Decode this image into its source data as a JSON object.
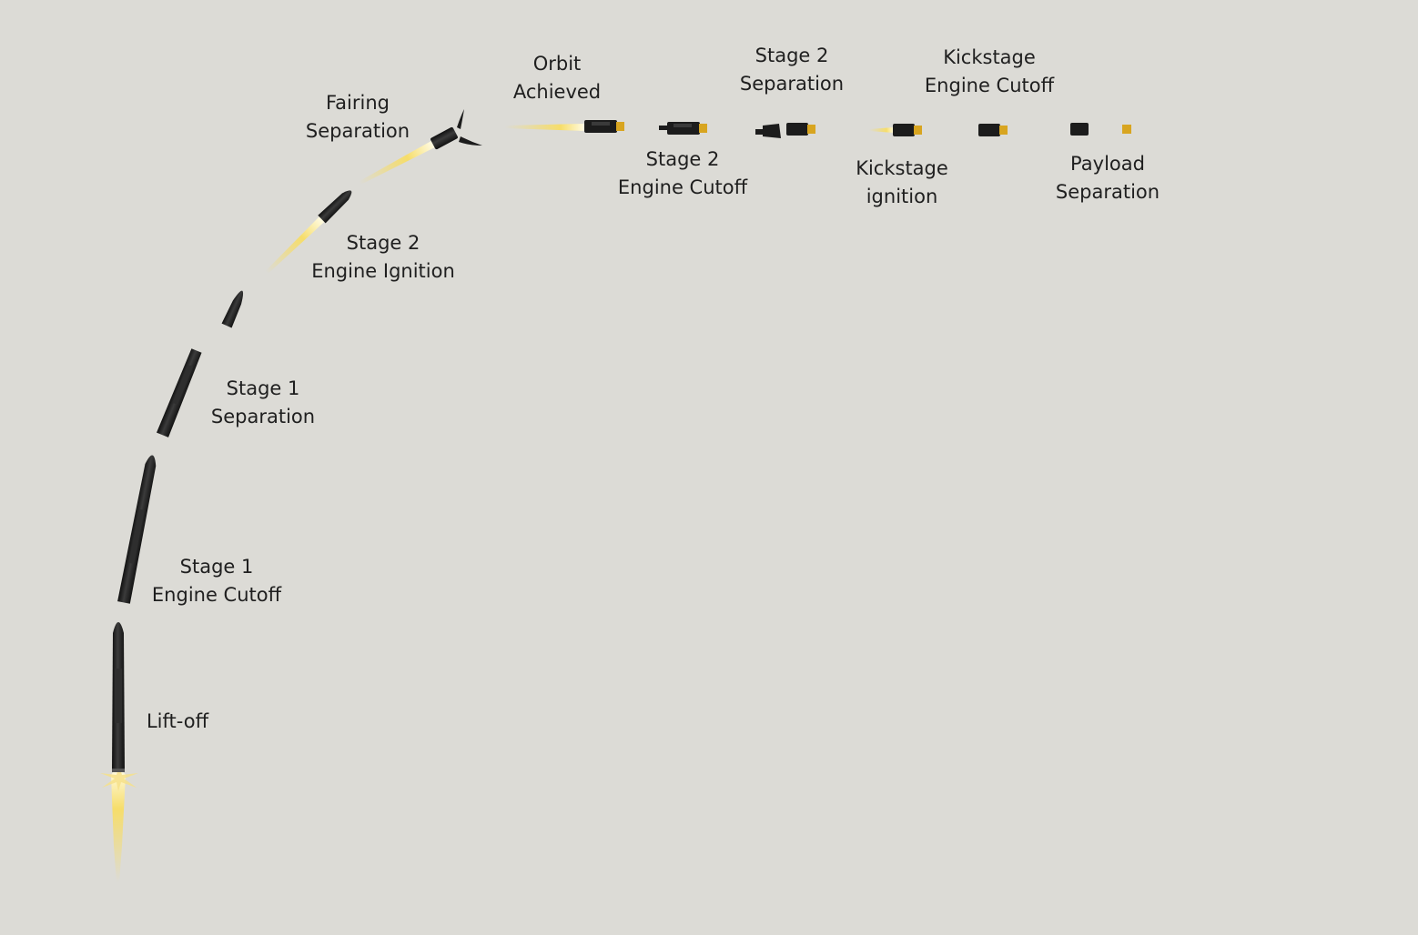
{
  "colors": {
    "background": "#dcdbd6",
    "rocket_body": "#1c1c1c",
    "rocket_highlight": "#3a3a3a",
    "flame_core": "#fff6c9",
    "flame_outer": "#f2d24a",
    "payload_gold": "#d8a520",
    "label_text": "#1f1f1f"
  },
  "icons": [
    "rocket-icon",
    "flame-icon",
    "fairing-icon",
    "kickstage-icon",
    "payload-icon"
  ],
  "events": [
    {
      "id": "liftoff",
      "lines": [
        "Lift-off"
      ]
    },
    {
      "id": "stage1-cutoff",
      "lines": [
        "Stage 1",
        "Engine Cutoff"
      ]
    },
    {
      "id": "stage1-separation",
      "lines": [
        "Stage 1",
        "Separation"
      ]
    },
    {
      "id": "stage2-ignition",
      "lines": [
        "Stage 2",
        "Engine Ignition"
      ]
    },
    {
      "id": "fairing-separation",
      "lines": [
        "Fairing",
        "Separation"
      ]
    },
    {
      "id": "orbit-achieved",
      "lines": [
        "Orbit",
        "Achieved"
      ]
    },
    {
      "id": "stage2-cutoff",
      "lines": [
        "Stage 2",
        "Engine Cutoff"
      ]
    },
    {
      "id": "stage2-separation",
      "lines": [
        "Stage 2",
        "Separation"
      ]
    },
    {
      "id": "kickstage-ignition",
      "lines": [
        "Kickstage",
        "ignition"
      ]
    },
    {
      "id": "kickstage-cutoff",
      "lines": [
        "Kickstage",
        "Engine Cutoff"
      ]
    },
    {
      "id": "payload-separation",
      "lines": [
        "Payload",
        "Separation"
      ]
    }
  ]
}
